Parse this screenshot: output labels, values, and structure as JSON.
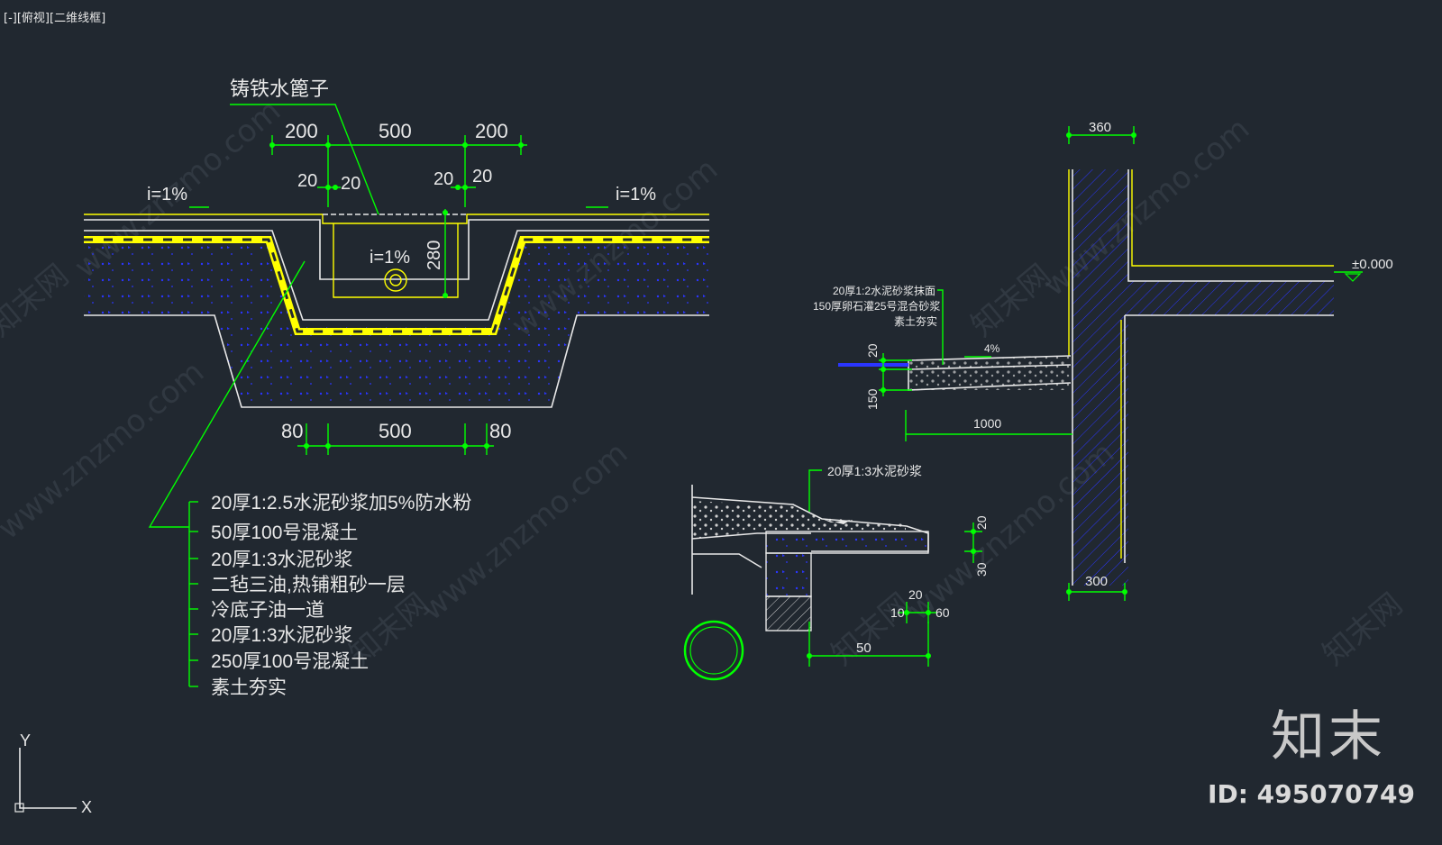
{
  "viewport": {
    "items": [
      "[-]",
      "[俯视]",
      "[二维线框]"
    ]
  },
  "drawing1": {
    "title": "铸铁水篦子",
    "dim_top": [
      "200",
      "500",
      "200"
    ],
    "dim_small": [
      "20",
      "20",
      "20",
      "20"
    ],
    "slope_left": "i=1%",
    "slope_right": "i=1%",
    "slope_channel": "i=1%",
    "depth": "280",
    "dim_bottom": [
      "80",
      "500",
      "80"
    ],
    "layers": [
      "20厚1:2.5水泥砂浆加5%防水粉",
      "50厚100号混凝土",
      "20厚1:3水泥砂浆",
      "二毡三油,热铺粗砂一层",
      "冷底子油一道",
      "20厚1:3水泥砂浆",
      "250厚100号混凝土",
      "素土夯实"
    ]
  },
  "drawing2": {
    "dim_top": "360",
    "dim_bottom": "300",
    "elevation": "±0.000",
    "layers": [
      "20厚1:2水泥砂浆抹面",
      "150厚卵石灌25号混合砂浆",
      "素土夯实"
    ],
    "slope": "4%",
    "dim_v1": "20",
    "dim_v2": "150",
    "width": "1000"
  },
  "drawing3": {
    "note": "20厚1:3水泥砂浆",
    "dim_v1": "20",
    "dim_v2": "30",
    "dim_20": "20",
    "dim_10": "10",
    "dim_60": "60",
    "width": "50"
  },
  "ucs": {
    "y": "Y",
    "x": "X"
  },
  "watermark": {
    "site": "www.znzmo.com",
    "cn": "知末网",
    "brand": "知末",
    "id": "ID: 495070749"
  },
  "colors": {
    "background": "#212830",
    "dim": "#00ff00",
    "line": "#e8e8e8",
    "layer": "#ffff00",
    "hatch": "#2a35ff"
  }
}
